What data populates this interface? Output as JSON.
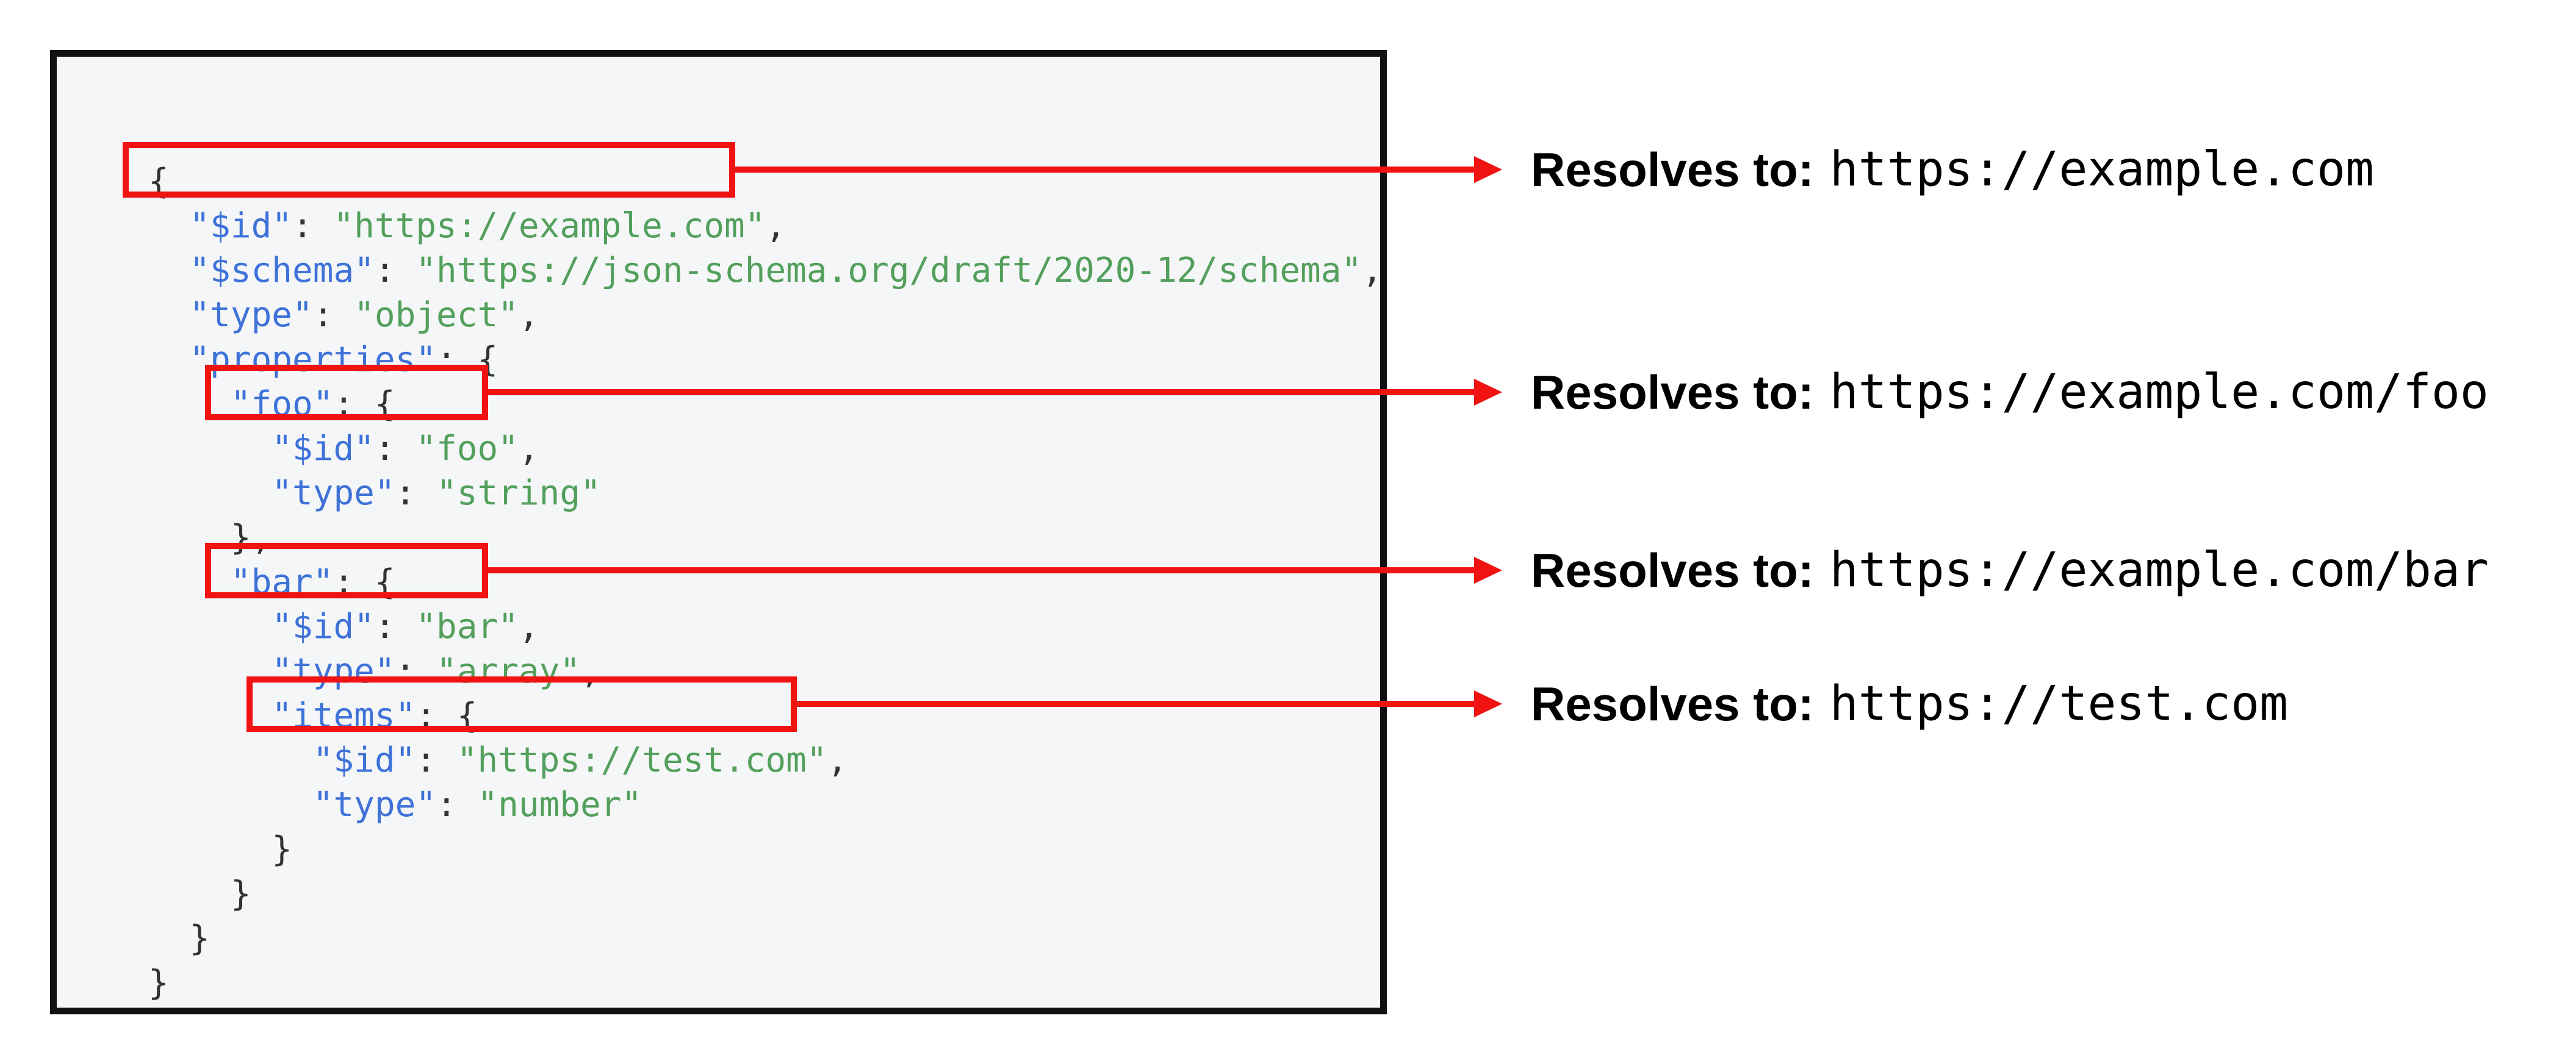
{
  "colors": {
    "page_background": "#ffffff",
    "panel_background": "#f5f6f7",
    "panel_border": "#111111",
    "key_blue": "#3e72d9",
    "string_green": "#53a05c",
    "punctuation": "#333333",
    "highlight_red": "#f11212",
    "annotation_text": "#000000"
  },
  "code_panel": {
    "language": "json",
    "lines": [
      [
        [
          "pun",
          "{"
        ]
      ],
      [
        [
          "pun",
          "  "
        ],
        [
          "key",
          "\"$id\""
        ],
        [
          "pun",
          ": "
        ],
        [
          "str",
          "\"https://example.com\""
        ],
        [
          "pun",
          ","
        ]
      ],
      [
        [
          "pun",
          "  "
        ],
        [
          "key",
          "\"$schema\""
        ],
        [
          "pun",
          ": "
        ],
        [
          "str",
          "\"https://json-schema.org/draft/2020-12/schema\""
        ],
        [
          "pun",
          ","
        ]
      ],
      [
        [
          "pun",
          "  "
        ],
        [
          "key",
          "\"type\""
        ],
        [
          "pun",
          ": "
        ],
        [
          "str",
          "\"object\""
        ],
        [
          "pun",
          ","
        ]
      ],
      [
        [
          "pun",
          "  "
        ],
        [
          "key",
          "\"properties\""
        ],
        [
          "pun",
          ": {"
        ]
      ],
      [
        [
          "pun",
          "    "
        ],
        [
          "key",
          "\"foo\""
        ],
        [
          "pun",
          ": {"
        ]
      ],
      [
        [
          "pun",
          "      "
        ],
        [
          "key",
          "\"$id\""
        ],
        [
          "pun",
          ": "
        ],
        [
          "str",
          "\"foo\""
        ],
        [
          "pun",
          ","
        ]
      ],
      [
        [
          "pun",
          "      "
        ],
        [
          "key",
          "\"type\""
        ],
        [
          "pun",
          ": "
        ],
        [
          "str",
          "\"string\""
        ]
      ],
      [
        [
          "pun",
          "    },"
        ]
      ],
      [
        [
          "pun",
          "    "
        ],
        [
          "key",
          "\"bar\""
        ],
        [
          "pun",
          ": {"
        ]
      ],
      [
        [
          "pun",
          "      "
        ],
        [
          "key",
          "\"$id\""
        ],
        [
          "pun",
          ": "
        ],
        [
          "str",
          "\"bar\""
        ],
        [
          "pun",
          ","
        ]
      ],
      [
        [
          "pun",
          "      "
        ],
        [
          "key",
          "\"type\""
        ],
        [
          "pun",
          ": "
        ],
        [
          "str",
          "\"array\""
        ],
        [
          "pun",
          ","
        ]
      ],
      [
        [
          "pun",
          "      "
        ],
        [
          "key",
          "\"items\""
        ],
        [
          "pun",
          ": {"
        ]
      ],
      [
        [
          "pun",
          "        "
        ],
        [
          "key",
          "\"$id\""
        ],
        [
          "pun",
          ": "
        ],
        [
          "str",
          "\"https://test.com\""
        ],
        [
          "pun",
          ","
        ]
      ],
      [
        [
          "pun",
          "        "
        ],
        [
          "key",
          "\"type\""
        ],
        [
          "pun",
          ": "
        ],
        [
          "str",
          "\"number\""
        ]
      ],
      [
        [
          "pun",
          "      }"
        ]
      ],
      [
        [
          "pun",
          "    }"
        ]
      ],
      [
        [
          "pun",
          "  }"
        ]
      ],
      [
        [
          "pun",
          "}"
        ]
      ]
    ]
  },
  "annotation_label": "Resolves to:",
  "highlights": [
    {
      "line": 2,
      "col": 2,
      "len": 29,
      "highlighted_text": "\"$id\": \"https://example.com\",",
      "resolves_to": "https://example.com"
    },
    {
      "line": 7,
      "col": 6,
      "len": 13,
      "highlighted_text": "\"$id\": \"foo\",",
      "resolves_to": "https://example.com/foo"
    },
    {
      "line": 11,
      "col": 6,
      "len": 13,
      "highlighted_text": "\"$id\": \"bar\",",
      "resolves_to": "https://example.com/bar"
    },
    {
      "line": 14,
      "col": 8,
      "len": 26,
      "highlighted_text": "\"$id\": \"https://test.com\",",
      "resolves_to": "https://test.com"
    }
  ]
}
